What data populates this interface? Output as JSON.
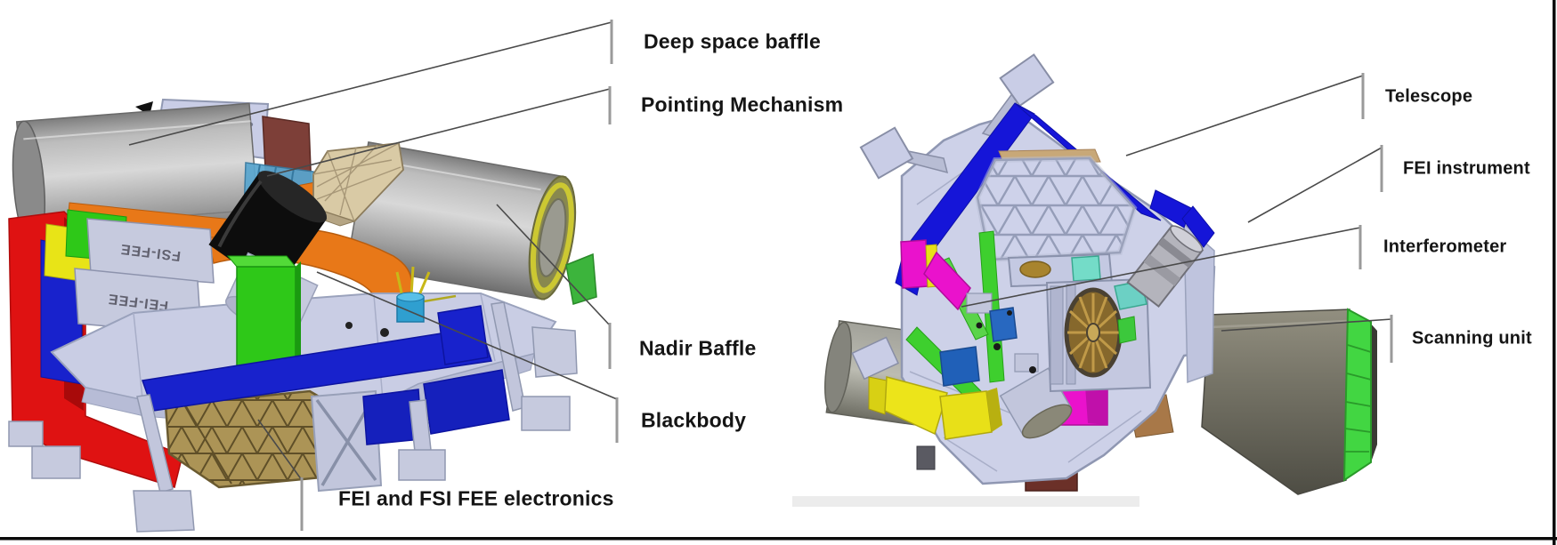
{
  "figure_type": "spacecraft instrument annotated CAD diagram (two views)",
  "left_view": {
    "callouts": [
      {
        "id": "deep-space-baffle",
        "text": "Deep space baffle"
      },
      {
        "id": "pointing-mechanism",
        "text": "Pointing Mechanism"
      },
      {
        "id": "nadir-baffle",
        "text": "Nadir Baffle"
      },
      {
        "id": "blackbody",
        "text": "Blackbody"
      },
      {
        "id": "fee-electronics",
        "text": "FEI and FSI FEE electronics"
      }
    ],
    "box_markings": {
      "fsi": "FSI-FEE",
      "fei": "FEI-FEE"
    }
  },
  "right_view": {
    "callouts": [
      {
        "id": "telescope",
        "text": "Telescope"
      },
      {
        "id": "fei-instrument",
        "text": "FEI instrument"
      },
      {
        "id": "interferometer",
        "text": "Interferometer"
      },
      {
        "id": "scanning-unit",
        "text": "Scanning unit"
      }
    ]
  },
  "colors": {
    "baffle_gray": "#a8a8a8",
    "structure_lavender": "#c9cde6",
    "beam_blue": "#1822cc",
    "box_green": "#2ec818",
    "box_red": "#df1212",
    "box_yellow": "#e8e417",
    "ring_orange": "#e87818",
    "blackbody_black": "#0d0d0d",
    "maroon": "#7d3f38",
    "magenta": "#ea12cc",
    "honeycomb_tan": "#ac9456",
    "wheel_gold": "#b08c3c",
    "scan_body_olive": "#75736a",
    "scan_band_green": "#42d642",
    "leader_line": "#4a4a4a",
    "label_text": "#151515"
  }
}
